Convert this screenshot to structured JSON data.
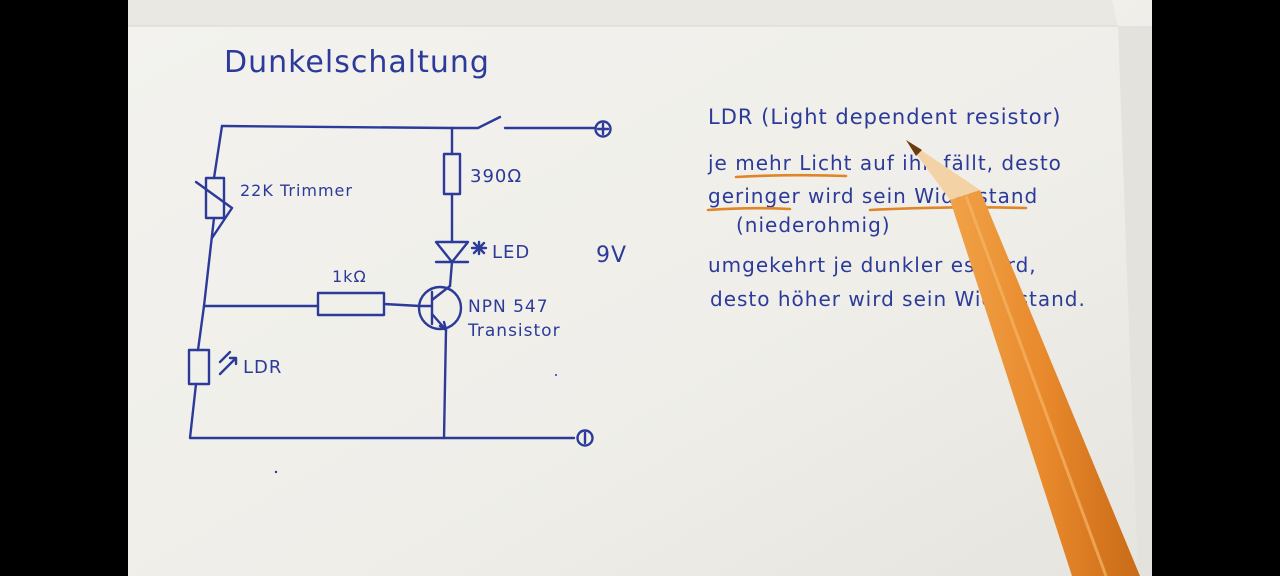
{
  "title": "Dunkelschaltung",
  "circuit": {
    "trimmer_label": "22K Trimmer",
    "resistor_top_label": "390Ω",
    "led_label": "LED",
    "resistor_base_label": "1kΩ",
    "transistor_label_line1": "NPN 547",
    "transistor_label_line2": "Transistor",
    "ldr_label": "LDR",
    "voltage_label": "9V",
    "plus_terminal": "+",
    "minus_terminal": "-"
  },
  "notes": {
    "heading": "LDR (Light dependent resistor)",
    "line1": "je mehr Licht auf ihn fällt, desto",
    "line2": "geringer wird sein Widerstand",
    "line3": "(niederohmig)",
    "line4": "umgekehrt je dunkler es wird,",
    "line5": "desto höher wird sein Widerstand."
  },
  "colors": {
    "ink": "#2c3a9a",
    "underline": "#e0862a",
    "paper": "#f1f0ec",
    "pencil": "#e8892c"
  }
}
